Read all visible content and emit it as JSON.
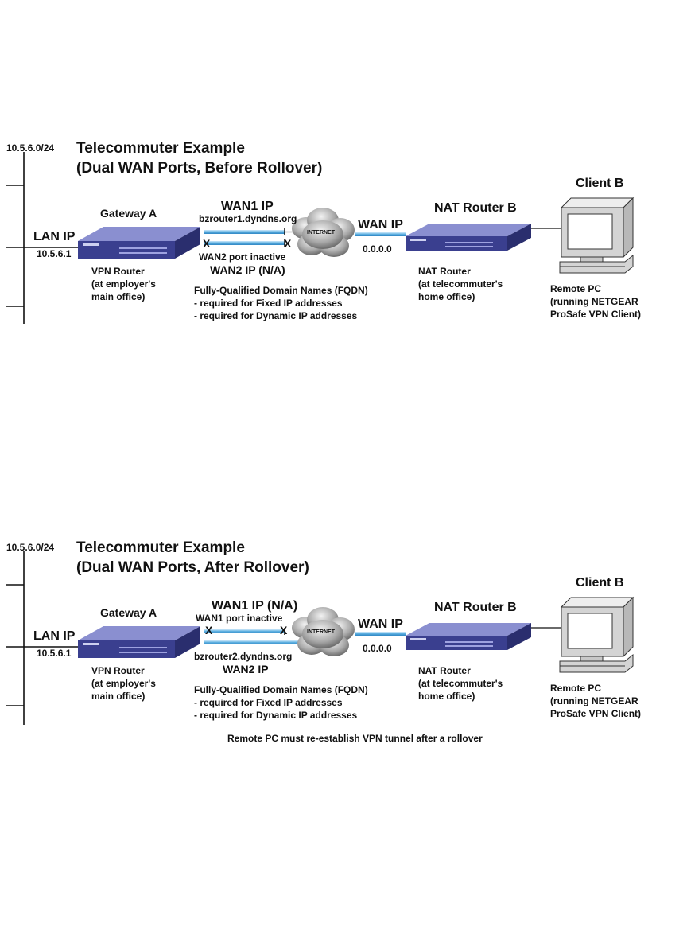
{
  "diagrams": [
    {
      "subnet": "10.5.6.0/24",
      "title_line1": "Telecommuter Example",
      "title_line2": "(Dual WAN Ports, Before Rollover)",
      "lan_ip_label": "LAN IP",
      "lan_ip": "10.5.6.1",
      "gateway_label": "Gateway A",
      "vpn_router_lines": [
        "VPN Router",
        "(at employer's",
        "main office)"
      ],
      "wan_top_label": "WAN1 IP",
      "wan_top_sub": "bzrouter1.dyndns.org",
      "wan_bottom_sub": "WAN2 port inactive",
      "wan_bottom_label": "WAN2 IP (N/A)",
      "fqdn_lines": [
        "Fully-Qualified Domain Names (FQDN)",
        "- required for Fixed IP addresses",
        "- required for Dynamic IP addresses"
      ],
      "internet_label": "INTERNET",
      "wan_ip_label": "WAN IP",
      "wan_ip": "0.0.0.0",
      "nat_router_label": "NAT Router B",
      "nat_router_lines": [
        "NAT Router",
        "(at telecommuter's",
        "home office)"
      ],
      "client_label": "Client B",
      "remote_pc_lines": [
        "Remote PC",
        "(running NETGEAR",
        "ProSafe VPN Client)"
      ],
      "footnote": ""
    },
    {
      "subnet": "10.5.6.0/24",
      "title_line1": "Telecommuter Example",
      "title_line2": "(Dual WAN Ports, After Rollover)",
      "lan_ip_label": "LAN IP",
      "lan_ip": "10.5.6.1",
      "gateway_label": "Gateway A",
      "vpn_router_lines": [
        "VPN Router",
        "(at employer's",
        "main office)"
      ],
      "wan_top_label": "WAN1 IP (N/A)",
      "wan_top_sub": "WAN1 port inactive",
      "wan_bottom_sub": "bzrouter2.dyndns.org",
      "wan_bottom_label": "WAN2 IP",
      "fqdn_lines": [
        "Fully-Qualified Domain Names (FQDN)",
        "- required for Fixed IP addresses",
        "- required for Dynamic IP addresses"
      ],
      "internet_label": "INTERNET",
      "wan_ip_label": "WAN IP",
      "wan_ip": "0.0.0.0",
      "nat_router_label": "NAT Router B",
      "nat_router_lines": [
        "NAT Router",
        "(at telecommuter's",
        "home office)"
      ],
      "client_label": "Client B",
      "remote_pc_lines": [
        "Remote PC",
        "(running NETGEAR",
        "ProSafe VPN Client)"
      ],
      "footnote": "Remote PC must re-establish VPN tunnel after a rollover"
    }
  ],
  "colors": {
    "router_body": "#3a3f8f",
    "router_top": "#8a8fd0",
    "link_blue": "#5aaee0",
    "cloud": "#9a9a9a",
    "pc_frame": "#d4d4d4"
  }
}
